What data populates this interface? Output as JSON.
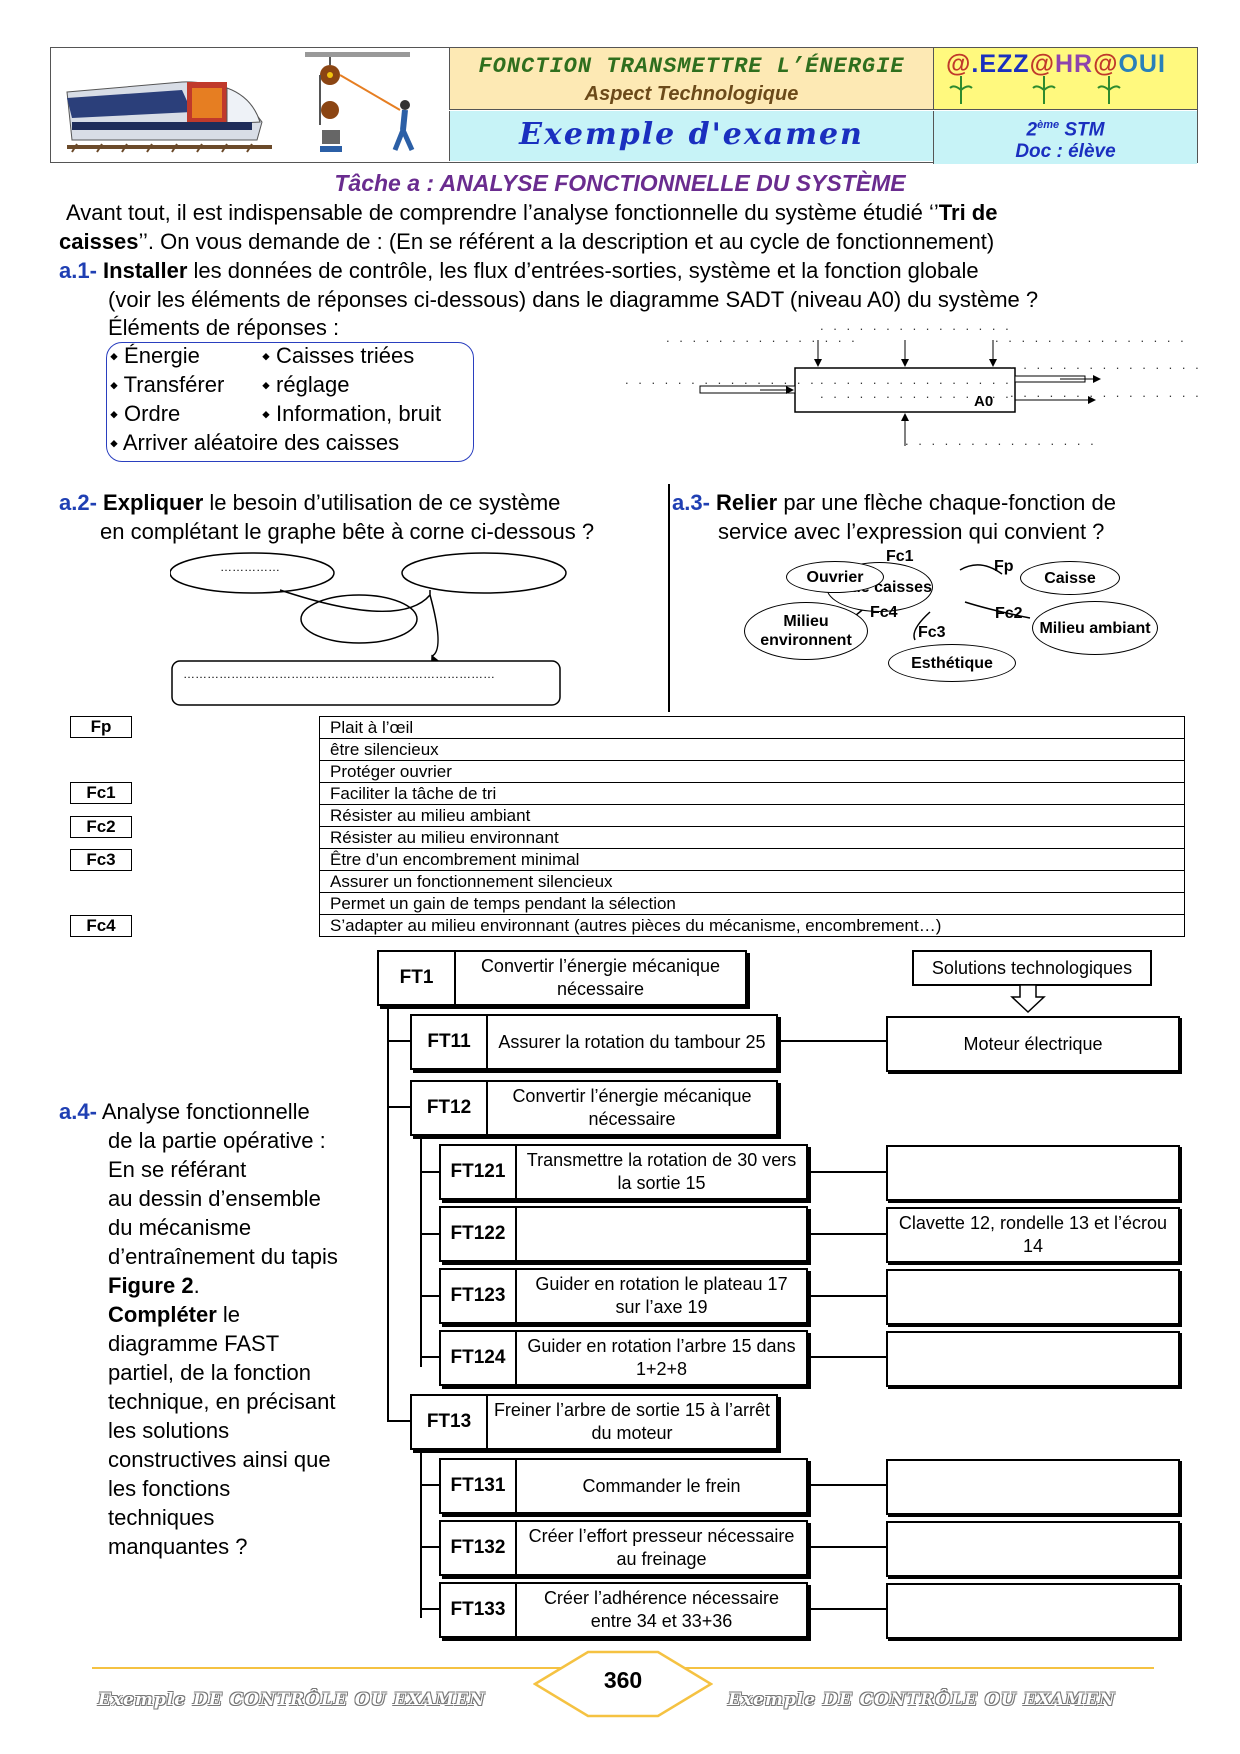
{
  "header": {
    "title": "FONCTION TRANSMETTRE L’ÉNERGIE",
    "subtitle": "Aspect Technologique",
    "exam": "Exemple d'examen",
    "logo": "@.EZZ@HR@OUI",
    "level": "2ème STM",
    "level_main": "2",
    "level_sup": "ème",
    "level_rest": " STM",
    "doc": "Doc : élève",
    "colors": {
      "title_bg": "#fde9b4",
      "logo_bg": "#fff97e",
      "exam_bg": "#c7f3f7",
      "exam_text": "#1a2fbf"
    }
  },
  "task_title": "Tâche a : ANALYSE FONCTIONNELLE DU SYSTÈME",
  "intro": {
    "line1_a": "Avant tout, il est indispensable de comprendre l’analyse fonctionnelle du système étudié ‘’",
    "line1_b": "Tri de",
    "line2_a": "caisses",
    "line2_b": "’’. On vous demande de : (En se référent a la description et au cycle de fonctionnement)"
  },
  "a1": {
    "num": "a.1-",
    "verb": "Installer",
    "text1": " les données de contrôle, les flux d’entrées-sorties, système et la fonction globale",
    "text2": "(voir les éléments de réponses ci-dessous) dans le diagramme SADT (niveau A0) du système ?",
    "resp_title": "Éléments de réponses :",
    "responses": [
      "Énergie",
      "Caisses triées",
      "Transférer",
      "réglage",
      "Ordre",
      "Information, bruit",
      "Arriver aléatoire des caisses"
    ],
    "sadt_label": "A0",
    "dots": ". . . . . . . . . . . . . . ."
  },
  "a2": {
    "num": "a.2-",
    "verb": "Expliquer",
    "text1": " le besoin d’utilisation de ce système",
    "text2": "en complétant le graphe bête à corne ci-dessous ?",
    "dots_short": "……………",
    "dots_long": "……………………………………………………………………"
  },
  "a3": {
    "num": "a.3-",
    "verb": "Relier",
    "text1": " par une flèche chaque-fonction de",
    "text2": "service avec l’expression qui convient ?",
    "nodes": {
      "center": "Tri de caisses",
      "ouvrier": "Ouvrier",
      "caisse": "Caisse",
      "milieu_env": "Milieu environnent",
      "milieu_amb": "Milieu ambiant",
      "esthetique": "Esthétique"
    },
    "links": [
      "Fc1",
      "Fp",
      "Fc4",
      "Fc2",
      "Fc3"
    ]
  },
  "function_labels": [
    "Fp",
    "Fc1",
    "Fc2",
    "Fc3",
    "Fc4"
  ],
  "function_expressions": [
    "Plait à l’œil",
    "être silencieux",
    "Protéger ouvrier",
    "Faciliter la tâche de tri",
    "Résister au milieu ambiant",
    "Résister au milieu environnant",
    "Être d’un encombrement minimal",
    "Assurer un fonctionnement silencieux",
    "Permet un gain de temps pendant la sélection",
    "S’adapter au milieu environnant (autres pièces du mécanisme, encombrement…)"
  ],
  "a4": {
    "num": "a.4-",
    "lines": [
      "Analyse fonctionnelle",
      "de la partie opérative :",
      "En se référant",
      "au dessin d’ensemble",
      "du mécanisme",
      "d’entraînement du tapis"
    ],
    "fig": "Figure 2",
    "fig_dot": ".",
    "verb": "Compléter",
    "verb_rest": " le",
    "lines2": [
      "diagramme FAST",
      "partiel, de la fonction",
      "technique, en précisant",
      "les solutions",
      "constructives ainsi que",
      "les fonctions",
      "techniques",
      "manquantes ?"
    ]
  },
  "fast": {
    "solutions_header": "Solutions technologiques",
    "ft1": {
      "id": "FT1",
      "text": "Convertir l’énergie mécanique nécessaire"
    },
    "ft11": {
      "id": "FT11",
      "text": "Assurer la rotation du tambour 25",
      "solution": "Moteur électrique"
    },
    "ft12": {
      "id": "FT12",
      "text": "Convertir l’énergie mécanique nécessaire"
    },
    "ft121": {
      "id": "FT121",
      "text": "Transmettre la rotation de 30 vers la sortie 15",
      "solution": ""
    },
    "ft122": {
      "id": "FT122",
      "text": "",
      "solution": "Clavette 12, rondelle 13 et l’écrou 14"
    },
    "ft123": {
      "id": "FT123",
      "text": "Guider en rotation le plateau 17 sur l’axe 19",
      "solution": ""
    },
    "ft124": {
      "id": "FT124",
      "text": "Guider en rotation l’arbre 15 dans 1+2+8",
      "solution": ""
    },
    "ft13": {
      "id": "FT13",
      "text": "Freiner l’arbre de sortie 15 à l’arrêt du moteur"
    },
    "ft131": {
      "id": "FT131",
      "text": "Commander le frein",
      "solution": ""
    },
    "ft132": {
      "id": "FT132",
      "text": "Créer l’effort presseur nécessaire au freinage",
      "solution": ""
    },
    "ft133": {
      "id": "FT133",
      "text": "Créer l’adhérence nécessaire entre 34 et 33+36",
      "solution": ""
    }
  },
  "footer": {
    "left": "Exemple DE CONTRÔLE OU EXAMEN",
    "right": "Exemple DE CONTRÔLE OU EXAMEN",
    "page": "360",
    "color": "#f5c242"
  }
}
